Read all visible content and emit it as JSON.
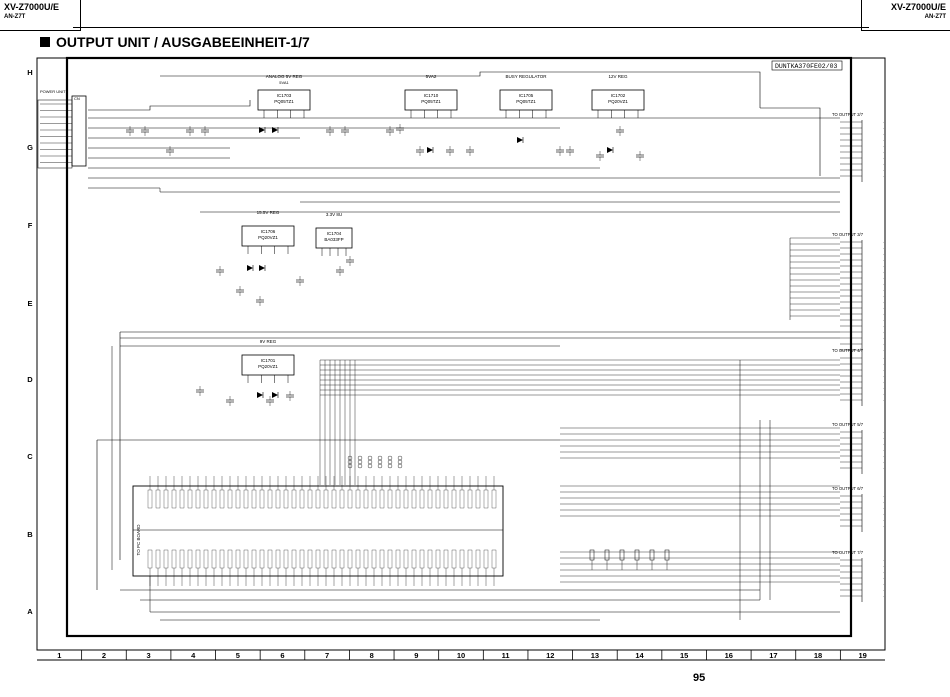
{
  "header": {
    "model_left": "XV-Z7000U/E",
    "sub_left": "AN-Z7T",
    "model_right": "XV-Z7000U/E",
    "sub_right": "AN-Z7T"
  },
  "title": "OUTPUT UNIT / AUSGABEEINHEIT-1/7",
  "code_box": "DUNTKA370FE02/03",
  "rows": [
    "H",
    "G",
    "F",
    "E",
    "D",
    "C",
    "B",
    "A"
  ],
  "columns": [
    "1",
    "2",
    "3",
    "4",
    "5",
    "6",
    "7",
    "8",
    "9",
    "10",
    "11",
    "12",
    "13",
    "14",
    "15",
    "16",
    "17",
    "18",
    "19"
  ],
  "page_number": "95",
  "regulators": [
    {
      "group": "ANALOG 5V REG",
      "sub": "5VA1",
      "ref": "IC1703",
      "part": "PQ05TZ1"
    },
    {
      "group": "5VA2",
      "sub": "",
      "ref": "IC1710",
      "part": "PQ05TZ1"
    },
    {
      "group": "BUSY REGULATOR",
      "sub": "",
      "ref": "IC1705",
      "part": "PQ05TZ1"
    },
    {
      "group": "12V REG",
      "sub": "",
      "ref": "IC1702",
      "part": "PQ20VZ1"
    },
    {
      "group": "15.5V REG",
      "sub": "",
      "ref": "IC1706",
      "part": "PQ20VZ1"
    },
    {
      "group": "3.3V 8U",
      "sub": "",
      "ref": "IC1704",
      "part": "BA033FP"
    },
    {
      "group": "9V REG",
      "sub": "",
      "ref": "IC1701",
      "part": "PQ20VZ1"
    }
  ],
  "connector": {
    "label": "POWER UNIT",
    "ref": "CN"
  },
  "outputs": [
    "TO OUTPUT 2/7",
    "TO OUTPUT 3/7",
    "TO OUTPUT 4/7",
    "TO OUTPUT 5/7",
    "TO OUTPUT 6/7",
    "TO OUTPUT 7/7"
  ],
  "to_pc_board": "TO PC BOARD"
}
